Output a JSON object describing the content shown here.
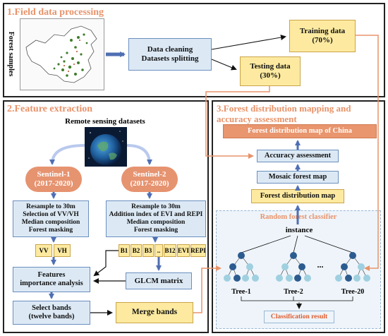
{
  "panel1": {
    "title": "1.Field data processing",
    "map_label": "Forest samples",
    "cleaning_box": "Data cleaning\nDatasets splitting",
    "training_box": "Training data\n(70%)",
    "testing_box": "Testing data\n(30%)"
  },
  "panel2": {
    "title": "2.Feature extraction",
    "remote_title": "Remote sensing datasets",
    "s1_label": "Sentinel-1\n(2017-2020)",
    "s2_label": "Sentinel-2\n(2017-2020)",
    "s1_process": "Resample to 30m\nSelection of VV/VH\nMedian composition\nForest masking",
    "s2_process": "Resample to 30m\nAddition index of EVI and REPI\nMedian composition\nForest masking",
    "s1_bands": [
      "VV",
      "VH"
    ],
    "s2_bands": [
      "B1",
      "B2",
      "B3",
      "..",
      "B12",
      "EVI",
      "REPI"
    ],
    "glcm_box": "GLCM matrix",
    "features_box": "Features\nimportance analysis",
    "select_box": "Select  bands\n(twelve bands)",
    "merge_box": "Merge  bands"
  },
  "panel3": {
    "title": "3.Forest distribution mapping and\naccuracy assessment",
    "final_map_box": "Forest distribution map of China",
    "accuracy_box": "Accuracy assessment",
    "mosaic_box": "Mosaic forest map",
    "distribution_box": "Forest distribution map",
    "rf_title": "Random forest classifier",
    "instance_label": "instance",
    "ellipsis": "...",
    "trees": [
      "Tree-1",
      "Tree-2",
      "Tree-20"
    ],
    "result_box": "Classification result"
  },
  "colors": {
    "accent_orange": "#e8936a",
    "box_blue": "#dce9f5",
    "box_yellow": "#fdeaa0",
    "arrow_blue": "#4f6fb3",
    "tree_dark": "#2c5b8f",
    "tree_light": "#9fd0e0"
  }
}
